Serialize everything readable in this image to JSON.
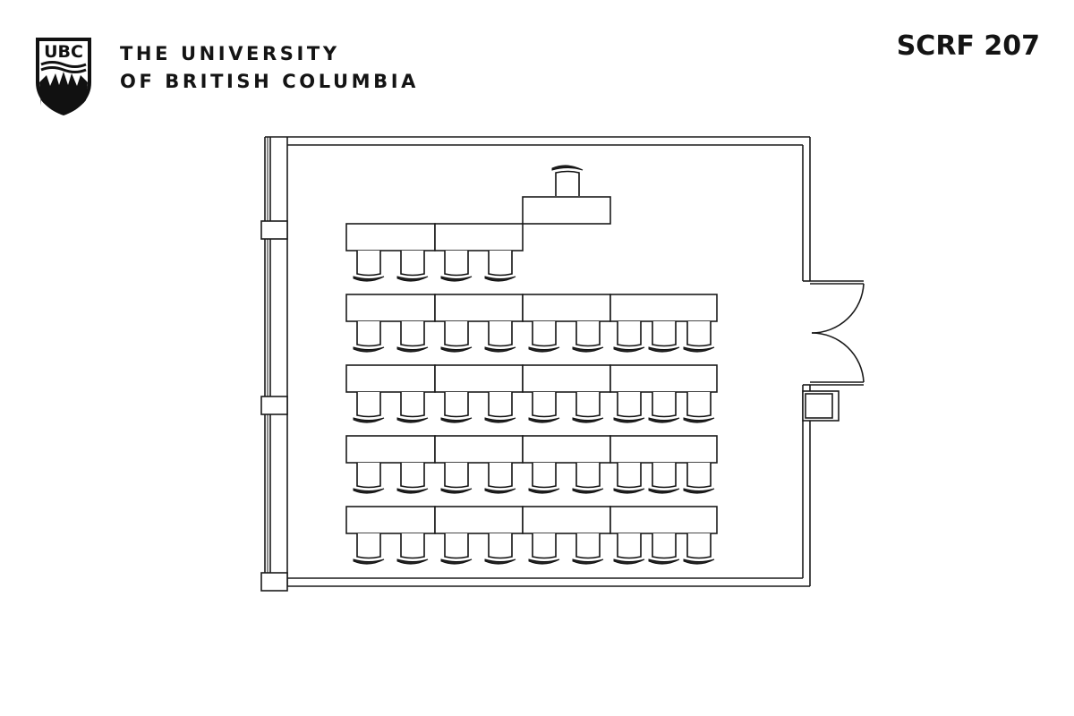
{
  "header": {
    "logo_text": "UBC",
    "university_line1": "THE UNIVERSITY",
    "university_line2": "OF BRITISH COLUMBIA",
    "room_code": "SCRF 207"
  },
  "floor_plan": {
    "room": "SCRF 207",
    "line_color": "#1a1a1a",
    "background": "#ffffff",
    "instructor_station": {
      "tables": 1,
      "chairs": 1
    },
    "rows": [
      {
        "row": 1,
        "tables": 2,
        "chairs": 4
      },
      {
        "row": 2,
        "tables": 4,
        "chairs": 9
      },
      {
        "row": 3,
        "tables": 4,
        "chairs": 9
      },
      {
        "row": 4,
        "tables": 4,
        "chairs": 9
      },
      {
        "row": 5,
        "tables": 4,
        "chairs": 9
      }
    ],
    "total_student_seats": 40,
    "doors": [
      {
        "type": "double",
        "wall": "right"
      }
    ],
    "columns_on_left_wall": 3
  }
}
